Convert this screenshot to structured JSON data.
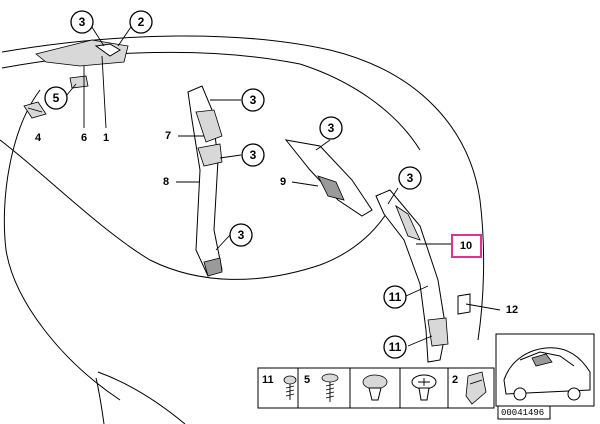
{
  "callouts": {
    "c3_top": "3",
    "c2_top": "2",
    "c5": "5",
    "c4": "4",
    "c6": "6",
    "c1": "1",
    "c3_b_pillar": "3",
    "c7": "7",
    "c3_mid": "3",
    "c8": "8",
    "c3_lower": "3",
    "c3_c_pillar": "3",
    "c9": "9",
    "c3_rear": "3",
    "c10": "10",
    "c11_upper": "11",
    "c12": "12",
    "c11_lower": "11"
  },
  "legend": {
    "items": [
      {
        "num": "11",
        "icon": "screw-icon"
      },
      {
        "num": "5",
        "icon": "bolt-icon"
      },
      {
        "num": "",
        "icon": "clip-icon"
      },
      {
        "num": "",
        "icon": "expanding-rivet-icon"
      },
      {
        "num": "2",
        "icon": "bracket-clip-icon"
      }
    ]
  },
  "reference_number": "00041496",
  "colors": {
    "highlight": "#e0338d",
    "line": "#000000"
  }
}
